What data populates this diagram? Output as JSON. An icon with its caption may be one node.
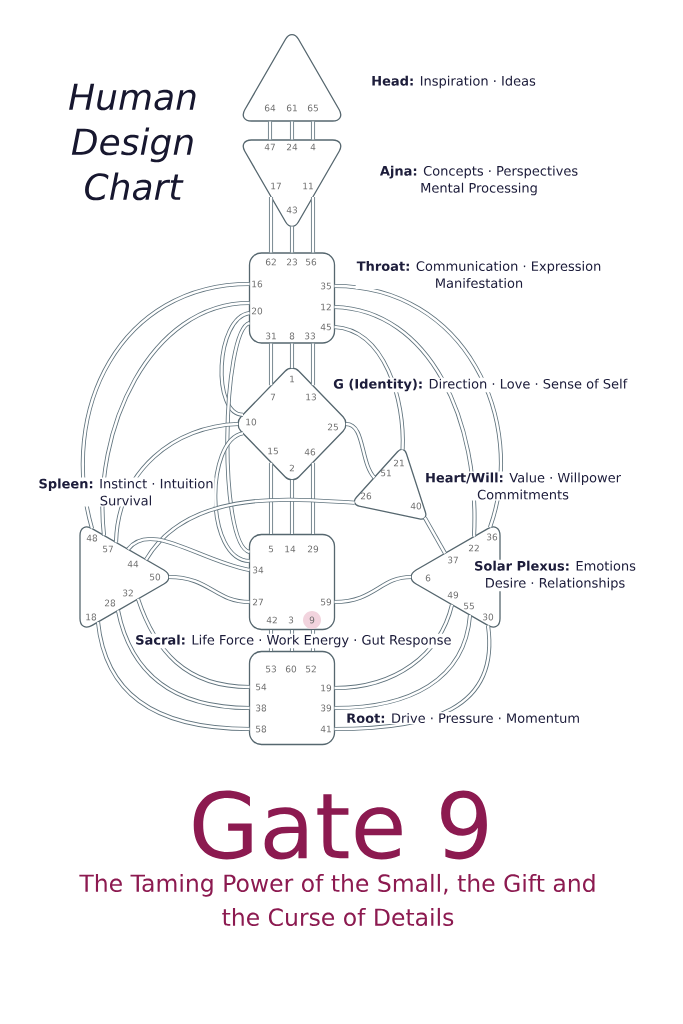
{
  "diagram": {
    "title": "Human Design Chart",
    "nodes": [
      {
        "text": [
          "64",
          "61",
          "65"
        ],
        "beside": [
          "**Head:** Inspiration · Ideas"
        ]
      },
      {
        "text": [
          "47",
          "24",
          "4",
          "17",
          "11",
          "43"
        ],
        "beside": [
          "**Ajna:** Concepts · Perspectives Mental Processing"
        ]
      },
      {
        "text": [
          "62",
          "23",
          "56",
          "16",
          "35",
          "12",
          "20",
          "45",
          "31",
          "8",
          "33"
        ],
        "beside": [
          "**Throat:** Communication · Expression Manifestation"
        ]
      },
      {
        "text": [
          "1",
          "7",
          "13",
          "10",
          "25",
          "15",
          "46",
          "2"
        ],
        "beside": [
          "**G (Identity):** Direction · Love · Sense of Self"
        ]
      },
      {
        "text": [
          "21",
          "51",
          "26",
          "40"
        ],
        "beside": [
          "**Heart/Will:** Value · Willpower Commitments"
        ]
      },
      {
        "text": [
          "48",
          "57",
          "44",
          "50",
          "32",
          "28",
          "18"
        ],
        "beside": [
          "**Spleen:** Instinct · Intuition Survival"
        ]
      },
      {
        "text": [
          "5",
          "14",
          "29",
          "34",
          "27",
          "59",
          "42",
          "3",
          "9"
        ],
        "beside": [
          "**Sacral:** Life Force · Work Energy · Gut Response"
        ]
      },
      {
        "text": [
          "36",
          "22",
          "37",
          "6",
          "49",
          "55",
          "30"
        ],
        "beside": [
          "**Solar Plexus:** Emotions Desire · Relationships"
        ]
      },
      {
        "text": [
          "53",
          "60",
          "52",
          "54",
          "19",
          "38",
          "39",
          "58",
          "41"
        ],
        "beside": [
          "**Root:** Drive · Pressure · Momentum"
        ]
      }
    ],
    "edges": [
      {
        "from": 0,
        "to": 1,
        "arrow": "none"
      },
      {
        "from": 0,
        "to": 1,
        "arrow": "none"
      },
      {
        "from": 0,
        "to": 1,
        "arrow": "none"
      },
      {
        "from": 1,
        "to": 2,
        "arrow": "none"
      },
      {
        "from": 1,
        "to": 2,
        "arrow": "none"
      },
      {
        "from": 1,
        "to": 2,
        "arrow": "none"
      },
      {
        "from": 2,
        "to": 3,
        "arrow": "none"
      },
      {
        "from": 2,
        "to": 3,
        "arrow": "none"
      },
      {
        "from": 2,
        "to": 3,
        "arrow": "none"
      },
      {
        "from": 2,
        "to": 3,
        "arrow": "none"
      },
      {
        "from": 2,
        "to": 5,
        "arrow": "none"
      },
      {
        "from": 2,
        "to": 5,
        "arrow": "none"
      },
      {
        "from": 2,
        "to": 6,
        "arrow": "none"
      },
      {
        "from": 2,
        "to": 4,
        "arrow": "none"
      },
      {
        "from": 2,
        "to": 7,
        "arrow": "none"
      },
      {
        "from": 2,
        "to": 7,
        "arrow": "none"
      },
      {
        "from": 3,
        "to": 4,
        "arrow": "none"
      },
      {
        "from": 3,
        "to": 5,
        "arrow": "none"
      },
      {
        "from": 3,
        "to": 6,
        "arrow": "none"
      },
      {
        "from": 3,
        "to": 6,
        "arrow": "none"
      },
      {
        "from": 3,
        "to": 6,
        "arrow": "none"
      },
      {
        "from": 3,
        "to": 6,
        "arrow": "none"
      },
      {
        "from": 4,
        "to": 5,
        "arrow": "none"
      },
      {
        "from": 4,
        "to": 7,
        "arrow": "none"
      },
      {
        "from": 5,
        "to": 6,
        "arrow": "none"
      },
      {
        "from": 5,
        "to": 6,
        "arrow": "none"
      },
      {
        "from": 5,
        "to": 8,
        "arrow": "none"
      },
      {
        "from": 5,
        "to": 8,
        "arrow": "none"
      },
      {
        "from": 5,
        "to": 8,
        "arrow": "none"
      },
      {
        "from": 6,
        "to": 7,
        "arrow": "none"
      },
      {
        "from": 6,
        "to": 8,
        "arrow": "none"
      },
      {
        "from": 6,
        "to": 8,
        "arrow": "none"
      },
      {
        "from": 6,
        "to": 8,
        "arrow": "none"
      },
      {
        "from": 7,
        "to": 8,
        "arrow": "none"
      },
      {
        "from": 7,
        "to": 8,
        "arrow": "none"
      },
      {
        "from": 7,
        "to": 8,
        "arrow": "none"
      }
    ],
    "labels": [
      "Gate 9",
      "The Taming Power of the Small, the Gift and the Curse of Details"
    ]
  }
}
